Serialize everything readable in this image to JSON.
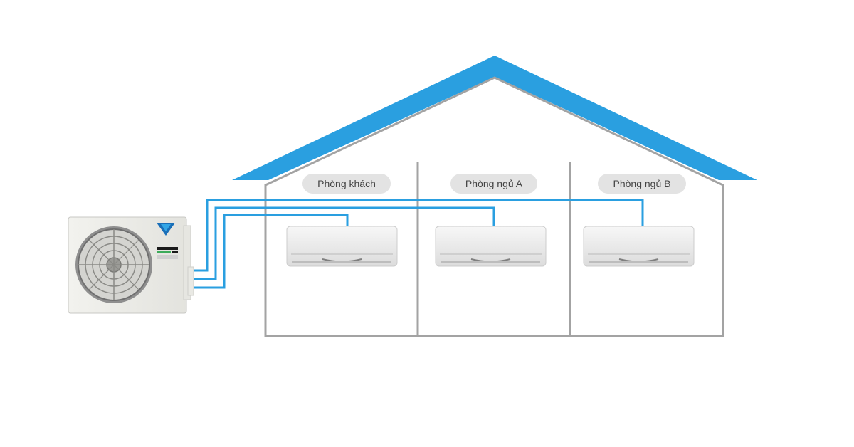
{
  "rooms": [
    {
      "label": "Phòng khách"
    },
    {
      "label": "Phòng ngủ A"
    },
    {
      "label": "Phòng ngủ B"
    }
  ],
  "colors": {
    "roof": "#2a9fe0",
    "pipe": "#2a9fe0",
    "wall": "#a3a3a3",
    "label_bg": "#e3e3e3",
    "unit_body": "#eeeeee"
  },
  "icons": {
    "outdoor_unit": "condenser-unit-icon",
    "indoor_unit": "wall-air-conditioner-icon",
    "brand_logo": "brand-logo-icon"
  }
}
